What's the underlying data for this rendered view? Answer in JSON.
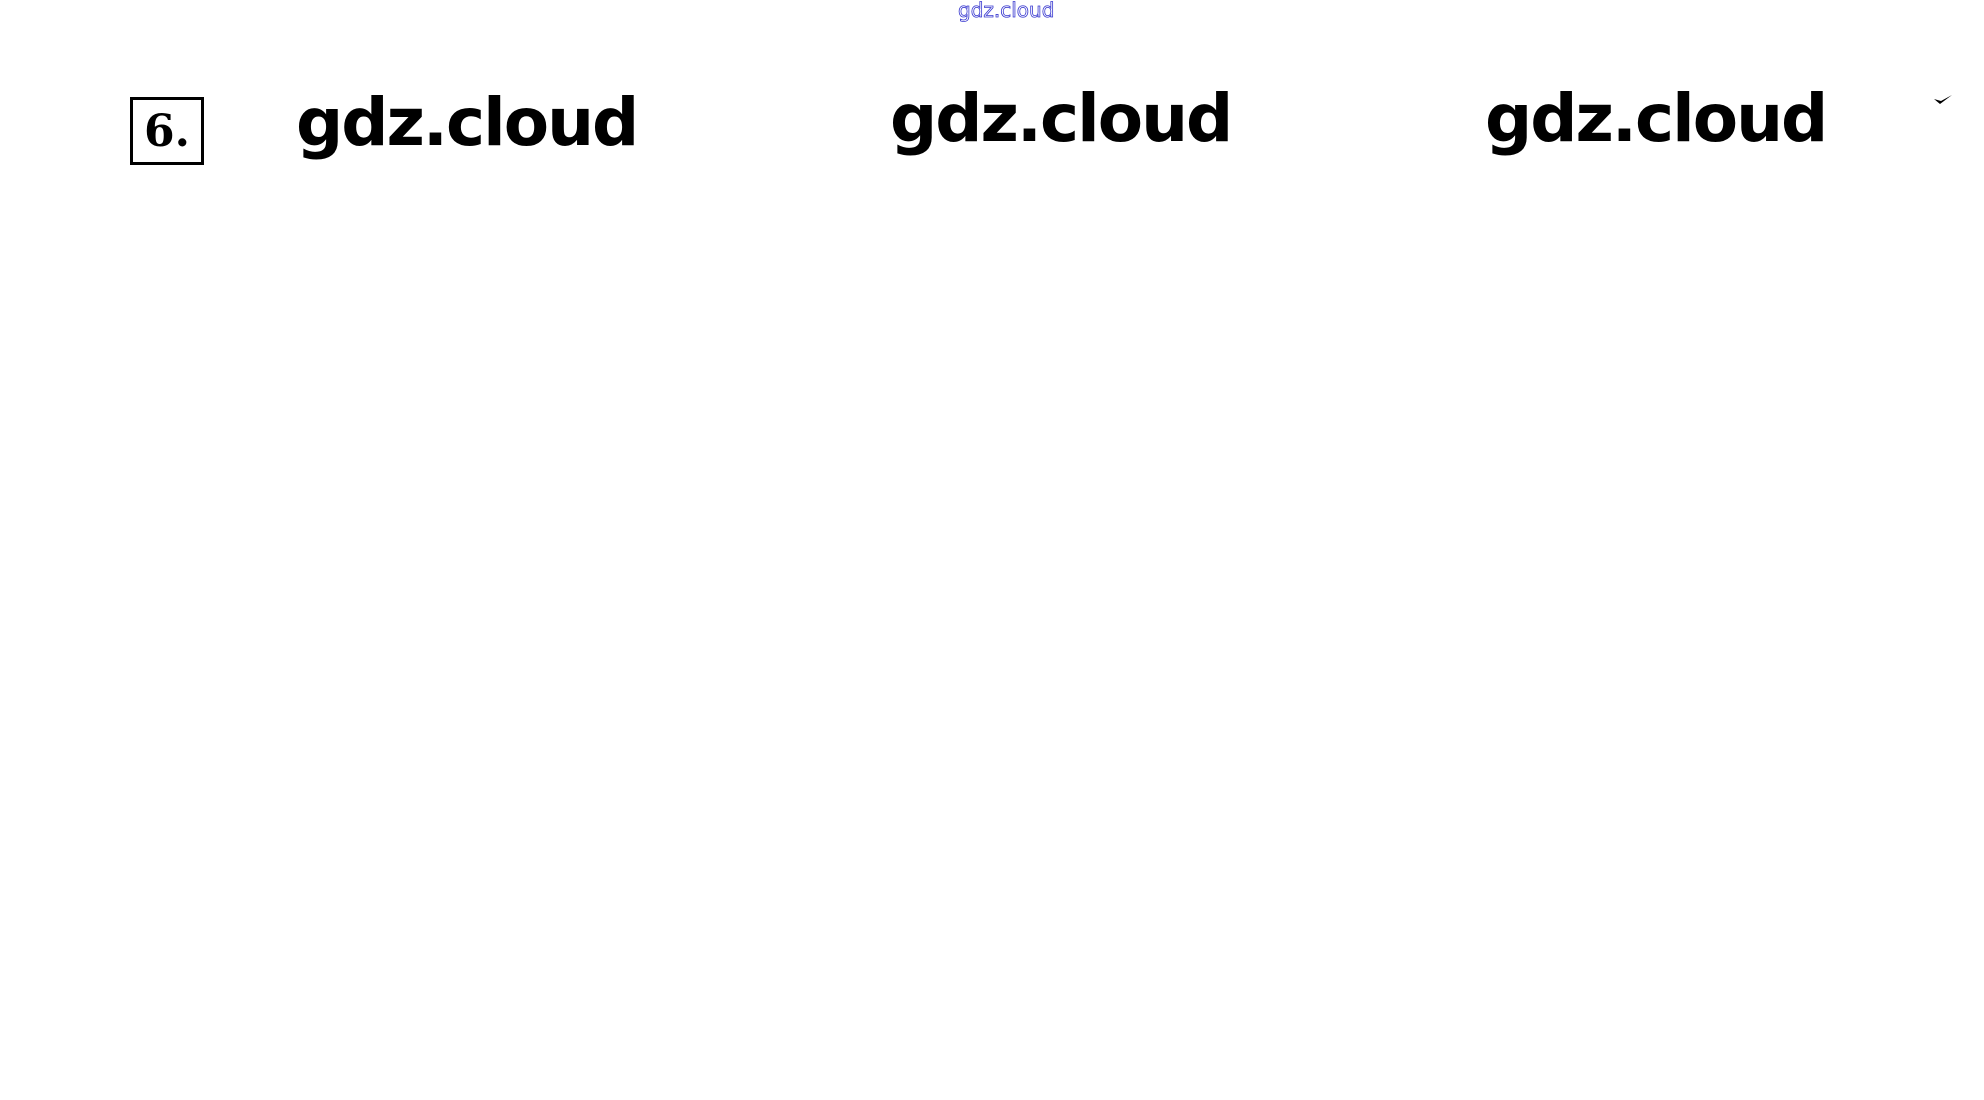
{
  "watermark": "gdz.cloud",
  "task_number": "6.",
  "watermarks": [
    "gdz.cloud",
    "gdz.cloud",
    "gdz.cloud"
  ],
  "icons": {
    "mark": "checkmark-icon"
  }
}
